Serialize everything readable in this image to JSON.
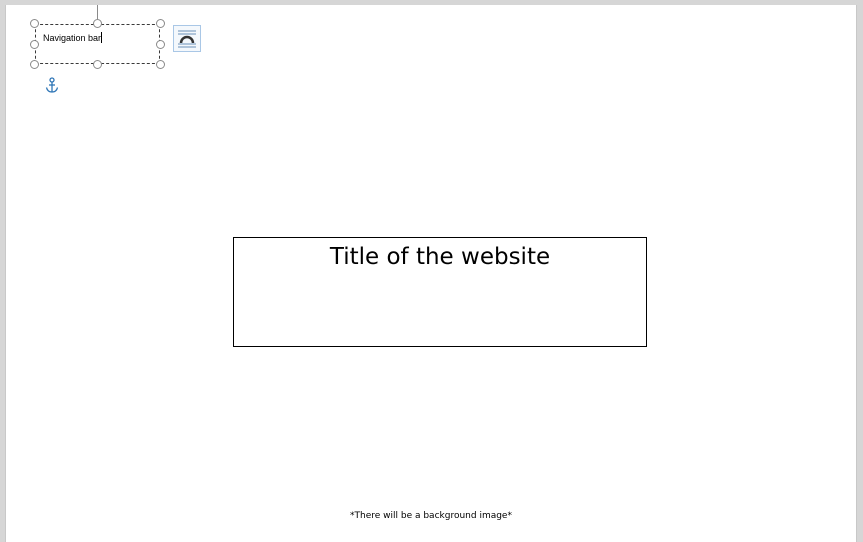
{
  "nav_textbox": {
    "text": "Navigation bar"
  },
  "title_box": {
    "text": "Title of the website"
  },
  "footnote": {
    "text": "*There will be a background image*"
  },
  "icons": {
    "layout_options": "layout-options-icon",
    "anchor": "anchor-icon"
  },
  "colors": {
    "handle_border": "#8a8a8a",
    "anchor": "#2e75b6",
    "layout_button_border": "#a9c7e6"
  }
}
